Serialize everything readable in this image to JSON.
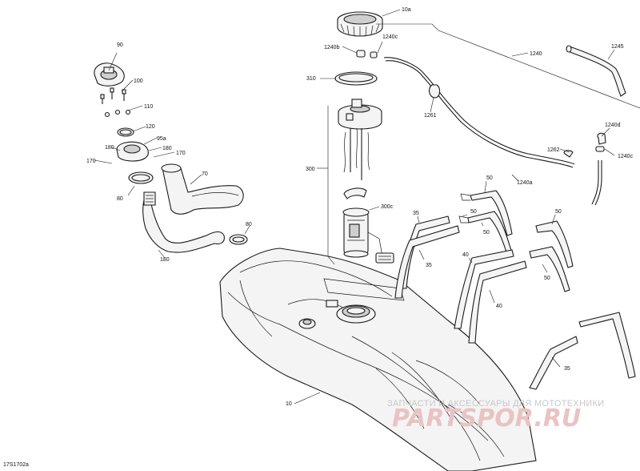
{
  "callouts": {
    "c90": "90",
    "c100": "100",
    "c110": "110",
    "c120": "120",
    "c95a": "95a",
    "c180a": "180",
    "c180b": "180",
    "c170a": "170",
    "c170b": "170",
    "c70": "70",
    "c80a": "80",
    "c80b": "80",
    "c180c": "180",
    "c10a": "10a",
    "c1240b": "1240b",
    "c1240c_top": "1240c",
    "c1240": "1240",
    "c1245": "1245",
    "c310": "310",
    "c1261": "1261",
    "c1240d": "1240d",
    "c1262": "1262",
    "c1240c_right": "1240c",
    "c1240a": "1240a",
    "c300": "300",
    "c300c": "300c",
    "c50a": "50",
    "c50b": "50",
    "c50c": "50",
    "c50d": "50",
    "c35a": "35",
    "c35b": "35",
    "c40a": "40",
    "c40b": "40",
    "c35c": "35",
    "c10": "10"
  },
  "watermark": {
    "line1": "ЗАПЧАСТИ И АКСЕССУАРЫ ДЛЯ МОТОТЕХНИКИ",
    "line2": "PARTSPOR.RU"
  },
  "figure_id": "17S1702a"
}
